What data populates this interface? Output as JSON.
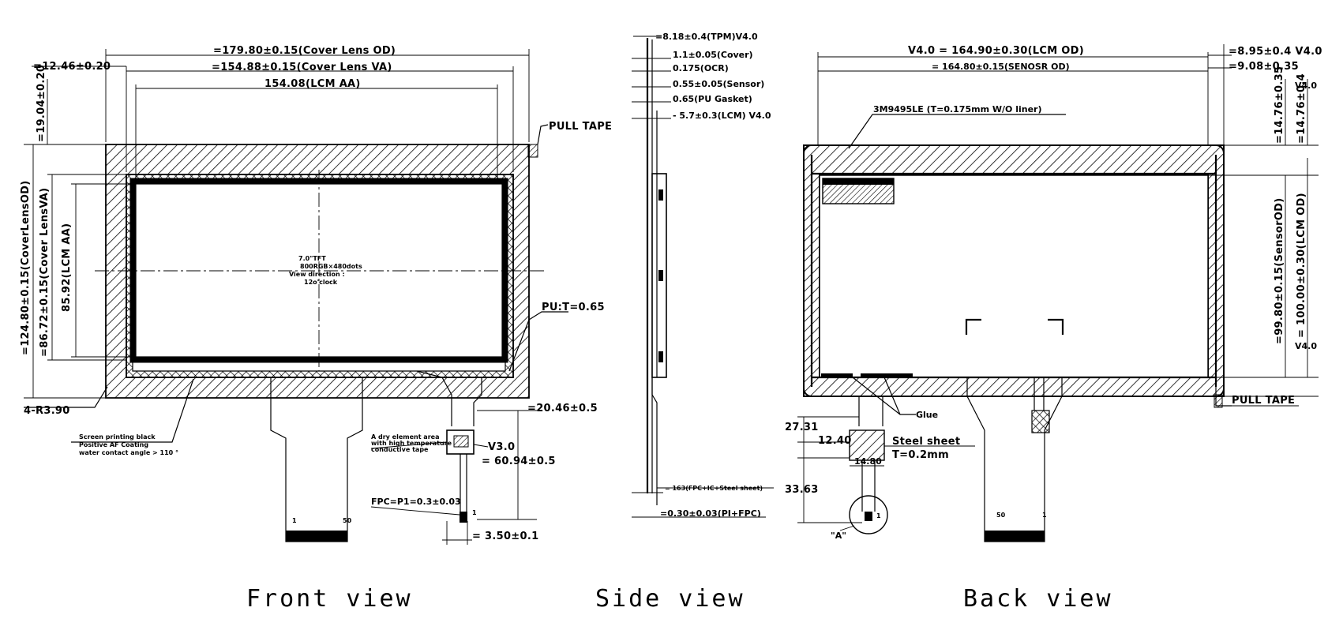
{
  "views": {
    "front": {
      "title": "Front view",
      "dims": {
        "cover_od_w": "=179.80±0.15(Cover Lens OD)",
        "cover_va_w": "=154.88±0.15(Cover Lens VA)",
        "lcm_aa_w": "154.08(LCM AA)",
        "left_offset": "=12.46±0.20",
        "top_offset": "=19.04±0.20",
        "cover_od_h": "=124.80±0.15(CoverLensOD)",
        "cover_va_h": "=86.72±0.15(Cover LensVA)",
        "lcm_aa_h": "85.92(LCM AA)",
        "corner_radius": "4-R3.90",
        "fpc_offset": "=20.46±0.5",
        "fpc_length": "= 60.94±0.5",
        "fpc_pitch": "FPC=P1=0.3±0.03",
        "fpc_tail": "= 3.50±0.1"
      },
      "callouts": {
        "pull_tape": "PULL TAPE",
        "pu_thickness": "PU:T=0.65",
        "ic_version": "V3.0",
        "screen_note_1": "Screen printing black",
        "screen_note_2": "Positive AF Coating",
        "screen_note_3": "water contact angle > 110 °",
        "ic_note_1": "A dry element area",
        "ic_note_2": "with high temperature",
        "ic_note_3": "conductive tape",
        "pin_first": "1",
        "pin_last": "50",
        "pin_tail": "1"
      },
      "panel_text": {
        "line1": "7.0\"TFT",
        "line2": "800RGB×480dots",
        "line3": "View direction :",
        "line4": "12o'clock"
      }
    },
    "side": {
      "title": "Side view",
      "layers": [
        "=8.18±0.4(TPM)V4.0",
        "1.1±0.05(Cover)",
        "0.175(OCR)",
        "0.55±0.05(Sensor)",
        "0.65(PU Gasket)",
        "- 5.7±0.3(LCM) V4.0"
      ],
      "fpc_stack": "= 163(FPC+IC+Steel sheet)",
      "fpc_thickness": "=0.30±0.03(PI+FPC)"
    },
    "back": {
      "title": "Back view",
      "dims": {
        "lcm_od_w": "V4.0 = 164.90±0.30(LCM OD)",
        "sensor_od_w": "= 164.80±0.15(SENOSR OD)",
        "right_offset_1": "=8.95±0.4 V4.0",
        "right_offset_2": "=9.08±0.35",
        "top_offset_1": "=14.76±0.35",
        "top_offset_1_ver": "V4.0",
        "top_offset_2": "=14.76±0.4",
        "sensor_od_h": "=99.80±0.15(SensorOD)",
        "lcm_od_h": "= 100.00±0.30(LCM OD)",
        "lcm_od_h_ver": "V4.0",
        "fpc_a": "27.31",
        "fpc_b": "12.40",
        "fpc_c": "14.80",
        "fpc_d": "33.63"
      },
      "callouts": {
        "tape": "3M9495LE (T=0.175mm W/O liner)",
        "glue": "Glue",
        "steel_sheet": "Steel sheet",
        "steel_thickness": "T=0.2mm",
        "pull_tape": "PULL TAPE",
        "detail": "\"A\"",
        "pin_first": "50",
        "pin_last": "1",
        "pin_tail": "1"
      }
    }
  }
}
